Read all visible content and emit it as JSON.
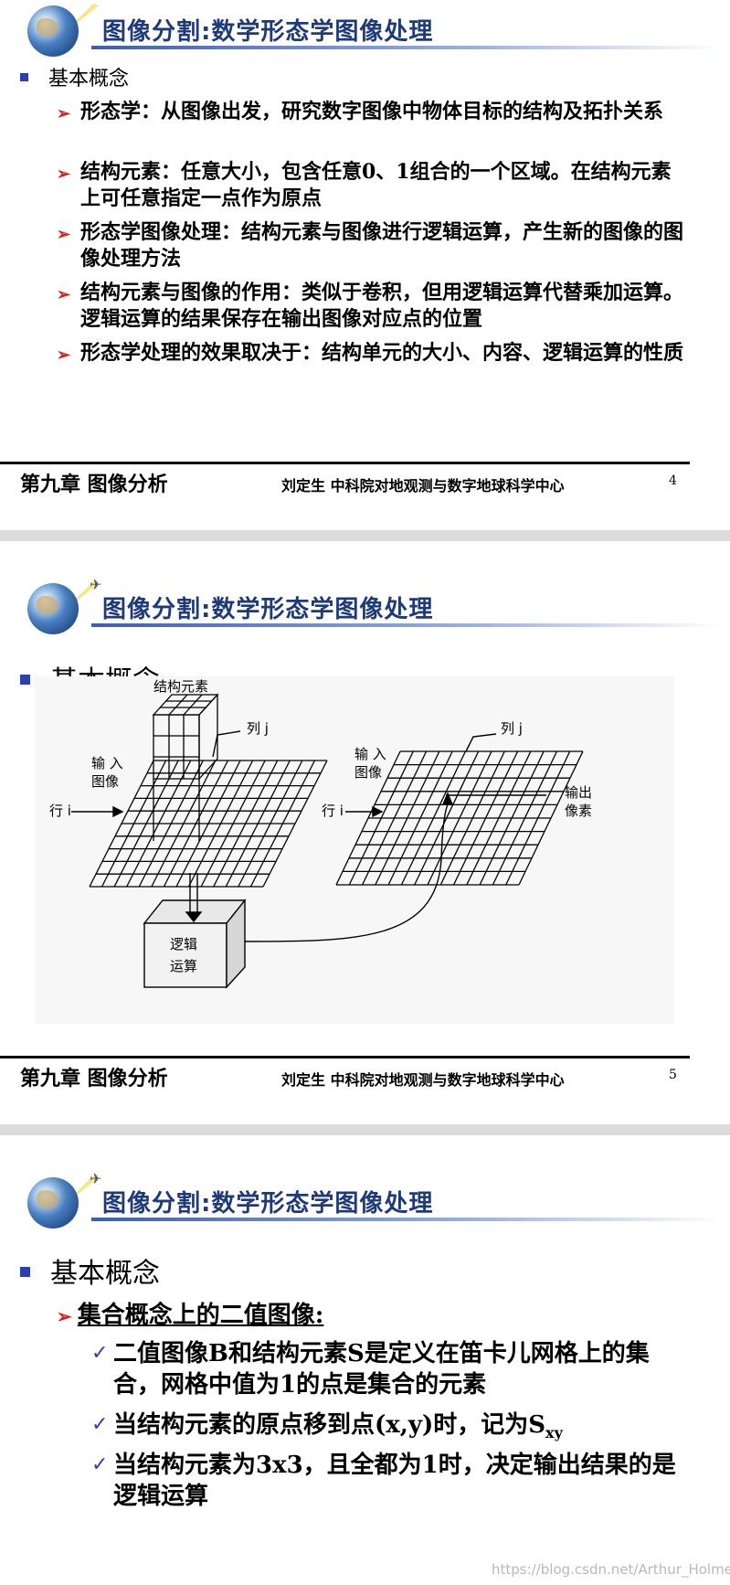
{
  "header_title": "图像分割:数学形态学图像处理",
  "footer": {
    "chapter": "第九章 图像分析",
    "author": "刘定生 中科院对地观测与数字地球科学中心"
  },
  "slide1": {
    "page_number": "4",
    "heading": "基本概念",
    "bullets": [
      "形态学：从图像出发，研究数字图像中物体目标的结构及拓扑关系",
      "结构元素：任意大小，包含任意0、1组合的一个区域。在结构元素上可任意指定一点作为原点",
      "形态学图像处理：结构元素与图像进行逻辑运算，产生新的图像的图像处理方法",
      "结构元素与图像的作用：类似于卷积，但用逻辑运算代替乘加运算。逻辑运算的结果保存在输出图像对应点的位置",
      "形态学处理的效果取决于：结构单元的大小、内容、逻辑运算的性质"
    ]
  },
  "slide2": {
    "page_number": "5",
    "heading": "基本概念",
    "diagram": {
      "label_structuring_element": "结构元素",
      "label_column_left": "列 j",
      "label_input_image_left_1": "输 入",
      "label_input_image_left_2": "图像",
      "label_row_left": "行 i",
      "label_logic_1": "逻辑",
      "label_logic_2": "运算",
      "label_input_image_right_1": "输 入",
      "label_input_image_right_2": "图像",
      "label_column_right": "列 j",
      "label_row_right": "行 i",
      "label_output_pixel_1": "输出",
      "label_output_pixel_2": "像素"
    }
  },
  "slide3": {
    "heading": "基本概念",
    "subheading": "集合概念上的二值图像:",
    "items": [
      "二值图像B和结构元素S是定义在笛卡儿网格上的集合，网格中值为1的点是集合的元素",
      "当结构元素的原点移到点(x,y)时，记为S",
      "当结构元素为3x3，且全都为1时，决定输出结果的是逻辑运算"
    ],
    "subscript_xy": "xy"
  },
  "watermark": "https://blog.csdn.net/Arthur_Holmes",
  "colors": {
    "title": "#1f3a7a",
    "bullet_square": "#2b3fb0",
    "arrow": "#d62020",
    "check": "#2b3fb0"
  }
}
